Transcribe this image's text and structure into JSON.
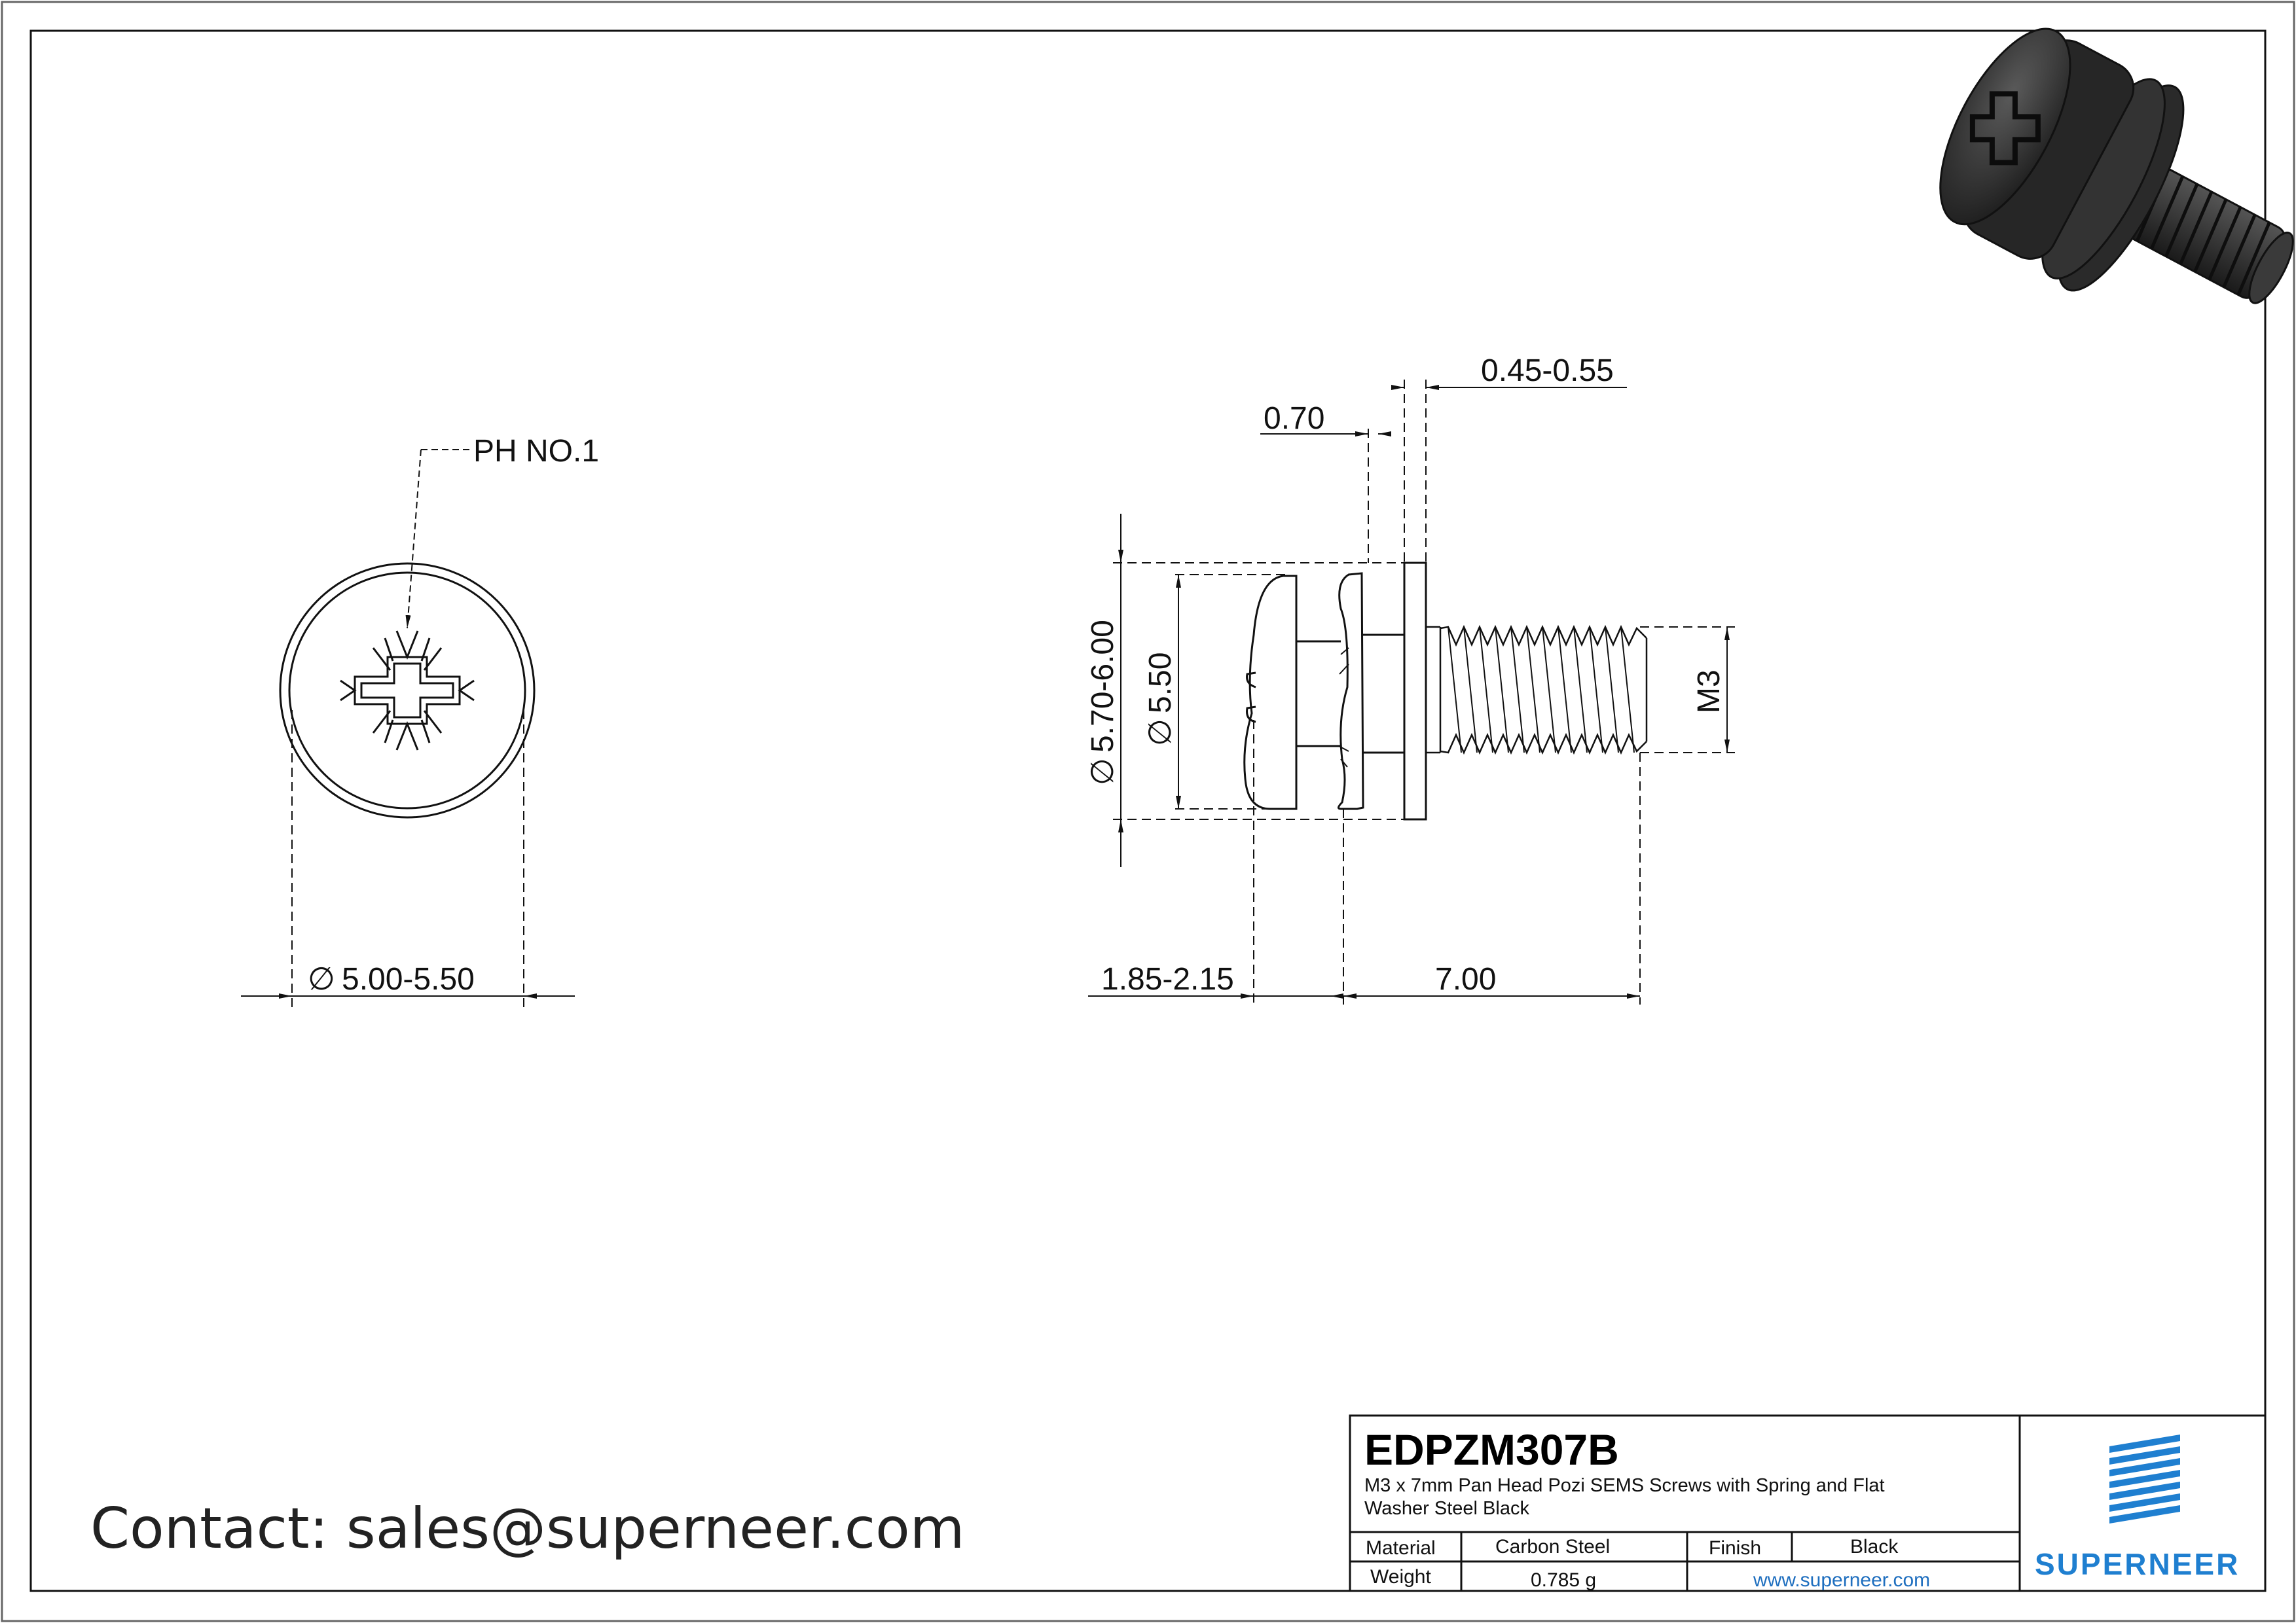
{
  "front_view": {
    "drive_label": "PH NO.1",
    "head_diameter": "5.00-5.50",
    "diameter_symbol": "∅"
  },
  "side_view": {
    "washer_thickness": "0.45-0.55",
    "spring_washer_gap": "0.70",
    "washer_outer_diameter": "5.70-6.00",
    "head_diameter": "5.50",
    "thread_size": "M3",
    "head_height": "1.85-2.15",
    "length": "7.00"
  },
  "title_block": {
    "part_number": "EDPZM307B",
    "description_line1": "M3 x 7mm Pan Head Pozi SEMS Screws with Spring and Flat",
    "description_line2": "Washer Steel Black",
    "material_label": "Material",
    "material_value": "Carbon Steel",
    "finish_label": "Finish",
    "finish_value": "Black",
    "weight_label": "Weight",
    "weight_value": "0.785 g",
    "website": "www.superneer.com",
    "brand": "SUPERNEER"
  },
  "contact": "Contact: sales@superneer.com",
  "colors": {
    "line": "#111111",
    "brand_blue": "#1f7fd0",
    "link_blue": "#1f6fbf",
    "render_dark": "#2b2b2b"
  }
}
